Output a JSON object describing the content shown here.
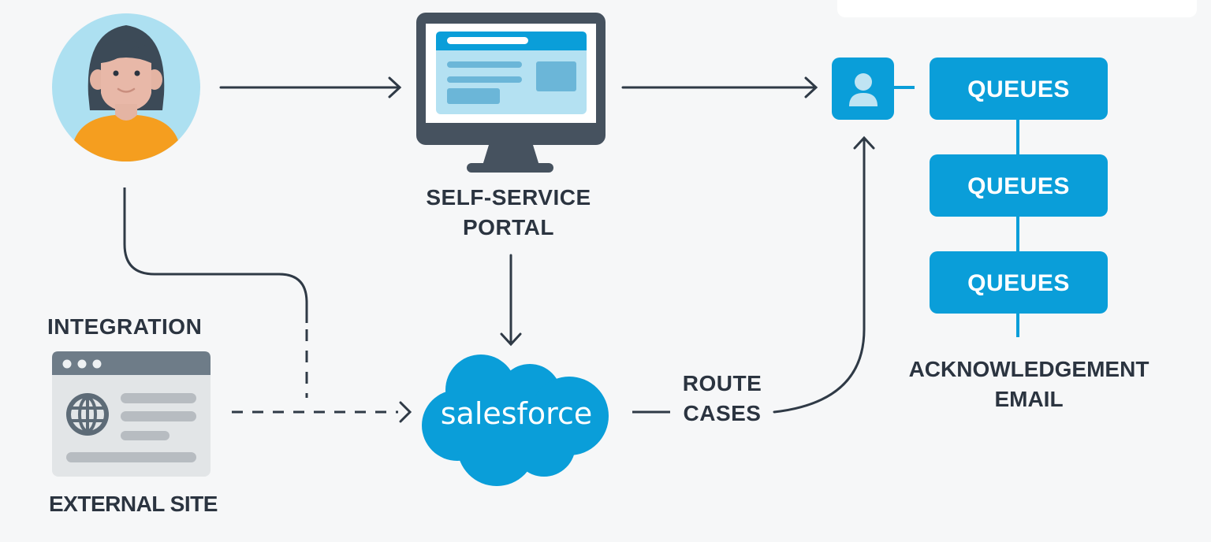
{
  "nodes": {
    "customer": {
      "label": ""
    },
    "portal": {
      "label_line1": "SELF-SERVICE",
      "label_line2": "PORTAL"
    },
    "integration": {
      "title": "INTEGRATION",
      "caption": "EXTERNAL SITE"
    },
    "salesforce": {
      "label": "salesforce"
    },
    "route": {
      "label_line1": "ROUTE",
      "label_line2": "CASES"
    },
    "queues": [
      {
        "label": "QUEUES"
      },
      {
        "label": "QUEUES"
      },
      {
        "label": "QUEUES"
      }
    ],
    "acknowledgement": {
      "label_line1": "ACKNOWLEDGEMENT",
      "label_line2": "EMAIL"
    }
  },
  "colors": {
    "brand_blue": "#0a9ed9",
    "dark": "#2f3a46",
    "light_blue": "#b3e0f2",
    "orange": "#f59e1f",
    "gray": "#6e7c88"
  },
  "icons": {
    "customer": "person-avatar-icon",
    "portal": "monitor-icon",
    "agent": "user-icon",
    "external_site": "browser-window-icon",
    "globe": "globe-icon",
    "salesforce": "cloud-logo-icon"
  }
}
